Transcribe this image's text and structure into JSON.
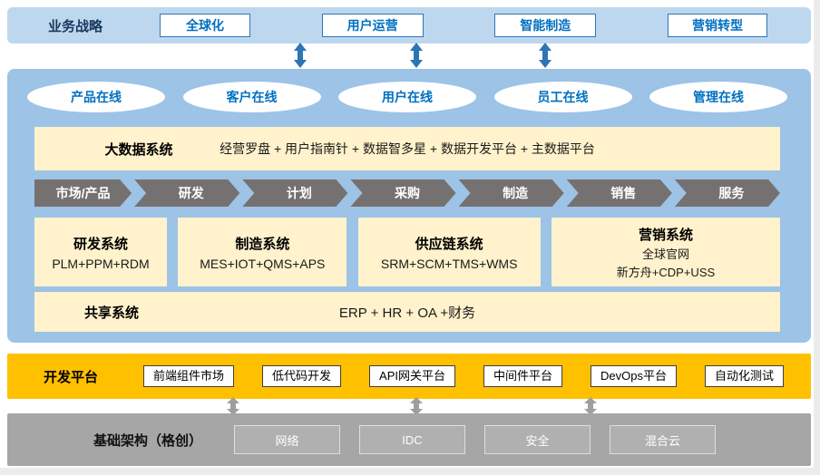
{
  "strategy": {
    "label": "业务战略",
    "items": [
      "全球化",
      "用户运营",
      "智能制造",
      "营销转型"
    ]
  },
  "online_row": {
    "items": [
      "产品在线",
      "客户在线",
      "用户在线",
      "员工在线",
      "管理在线"
    ]
  },
  "big_data": {
    "title": "大数据系统",
    "content": "经营罗盘 + 用户指南针 + 数据智多星 + 数据开发平台 + 主数据平台"
  },
  "value_chain": {
    "steps": [
      "市场/产品",
      "研发",
      "计划",
      "采购",
      "制造",
      "销售",
      "服务"
    ]
  },
  "systems": [
    {
      "title": "研发系统",
      "line1": "PLM+PPM+RDM"
    },
    {
      "title": "制造系统",
      "line1": "MES+IOT+QMS+APS"
    },
    {
      "title": "供应链系统",
      "line1": "SRM+SCM+TMS+WMS"
    },
    {
      "title": "营销系统",
      "line1": "全球官网",
      "line2": "新方舟+CDP+USS"
    }
  ],
  "shared_system": {
    "title": "共享系统",
    "content": "ERP + HR + OA +财务"
  },
  "dev_platform": {
    "label": "开发平台",
    "items": [
      "前端组件市场",
      "低代码开发",
      "API网关平台",
      "中间件平台",
      "DevOps平台",
      "自动化测试"
    ]
  },
  "infrastructure": {
    "label": "基础架构（格创）",
    "items": [
      "网络",
      "IDC",
      "安全",
      "混合云"
    ]
  },
  "colors": {
    "strategy_band": "#BDD7EE",
    "main_band": "#9DC3E6",
    "system_box": "#FFF2CC",
    "dev_band": "#FFC000",
    "infra_band": "#A6A6A6",
    "chevron": "#767171",
    "blue_accent": "#2E75B6",
    "blue_text": "#0070C0"
  }
}
